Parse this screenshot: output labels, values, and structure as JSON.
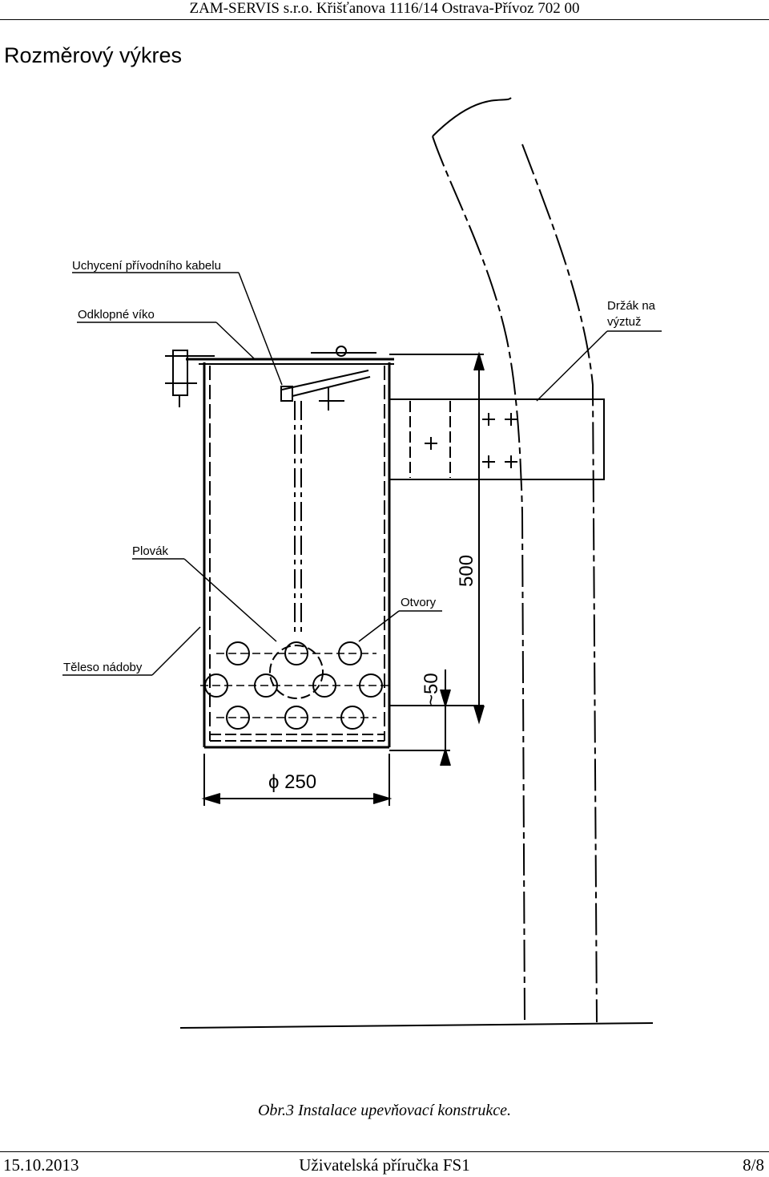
{
  "header": {
    "company": "ZAM-SERVIS s.r.o. Křišťanova 1116/14 Ostrava-Přívoz 702 00"
  },
  "page_title": "Rozměrový výkres",
  "drawing": {
    "labels": {
      "cable_mount": "Uchycení přívodního kabelu",
      "hinged_lid": "Odklopné víko",
      "holder_line1": "Držák na",
      "holder_line2": "výztuž",
      "float": "Plovák",
      "openings": "Otvory",
      "vessel_body": "Těleso nádoby"
    },
    "dimensions": {
      "height": "500",
      "bottom_offset": "~50",
      "diameter": "ϕ 250"
    }
  },
  "caption": "Obr.3 Instalace upevňovací konstrukce.",
  "footer": {
    "date": "15.10.2013",
    "document": "Uživatelská příručka FS1",
    "page": "8/8"
  }
}
